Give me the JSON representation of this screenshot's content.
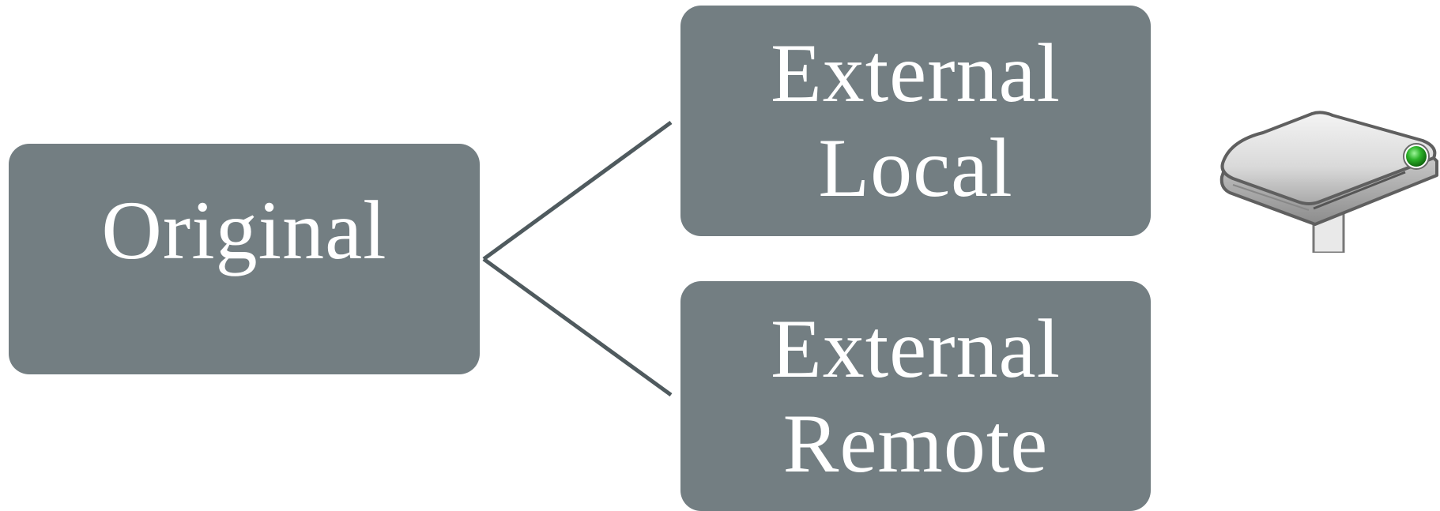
{
  "diagram": {
    "nodes": {
      "original": {
        "lines": [
          "Original"
        ]
      },
      "external_local": {
        "lines": [
          "External",
          "Local"
        ]
      },
      "external_remote": {
        "lines": [
          "External",
          "Remote"
        ]
      }
    },
    "edges": [
      {
        "from": "original",
        "to": "external_local"
      },
      {
        "from": "original",
        "to": "external_remote"
      }
    ],
    "icon": {
      "name": "external-drive-icon",
      "led_color": "#2db32a"
    },
    "colors": {
      "node_fill": "#737e82",
      "text": "#ffffff",
      "connector": "#4f5a5e"
    }
  }
}
